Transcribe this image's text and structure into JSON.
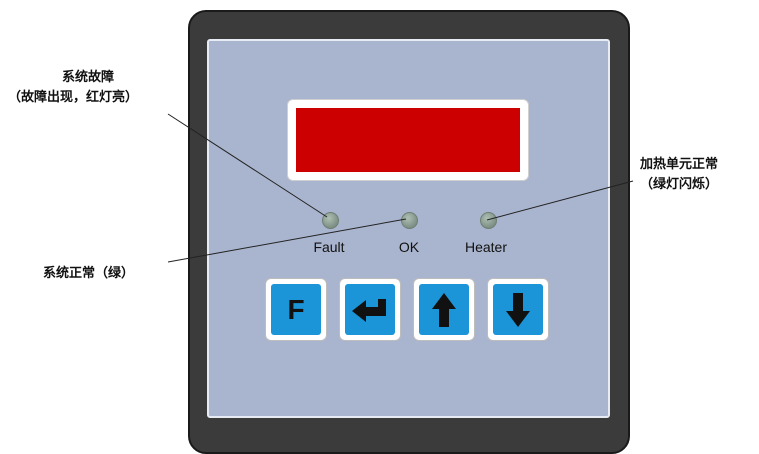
{
  "annotations": {
    "fault_title": "系统故障",
    "fault_detail": "（故障出现，红灯亮）",
    "ok_note": "系统正常（绿）",
    "heater_title": "加热单元正常",
    "heater_detail": "（绿灯闪烁）"
  },
  "indicators": {
    "fault_label": "Fault",
    "ok_label": "OK",
    "heater_label": "Heater"
  },
  "buttons": [
    {
      "label": "F",
      "icon": "f-letter"
    },
    {
      "label": "",
      "icon": "enter-arrow-icon"
    },
    {
      "label": "",
      "icon": "arrow-up-icon"
    },
    {
      "label": "",
      "icon": "arrow-down-icon"
    }
  ],
  "colors": {
    "bezel": "#3b3b3b",
    "faceplate": "#a9b4ce",
    "display": "#cc0000",
    "button": "#1b95d7",
    "led_off": "#8fa196"
  }
}
